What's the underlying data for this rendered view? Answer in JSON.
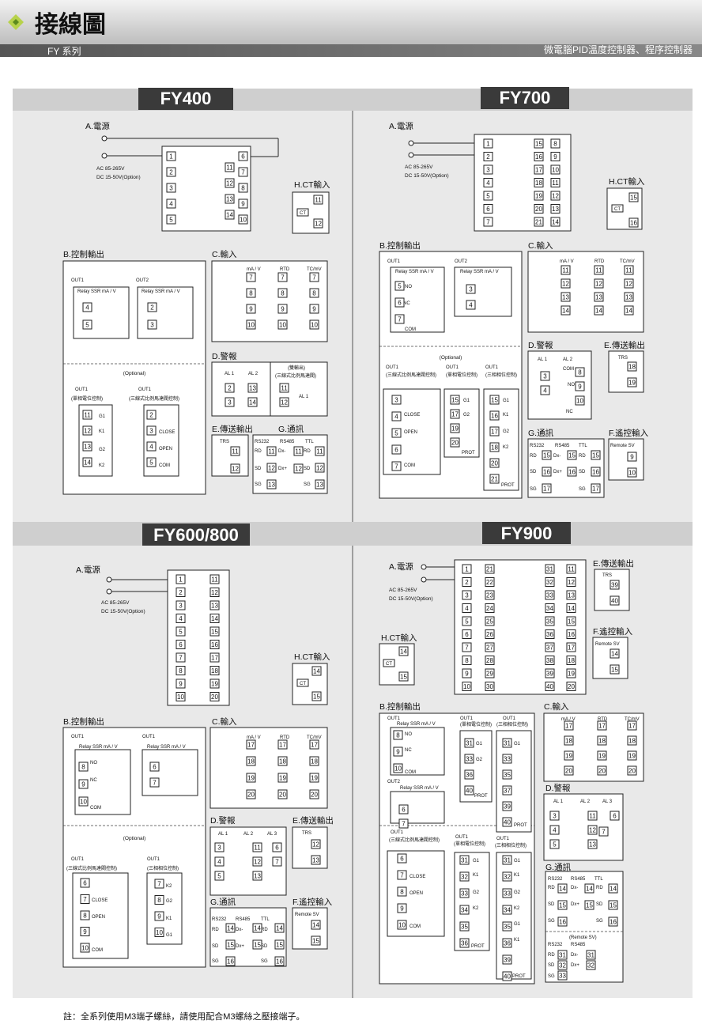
{
  "header": {
    "title": "接線圖",
    "series": "FY 系列",
    "subtitle": "微電腦PID溫度控制器、程序控制器"
  },
  "panels": {
    "fy400": {
      "title": "FY400",
      "power": {
        "label": "A.電源",
        "line1": "AC 85-265V",
        "line2": "DC 15-50V(Option)"
      },
      "ct": "H.CT輸入",
      "control": "B.控制輸出",
      "input": "C.輸入",
      "alarm": "D.警報",
      "retrans": "E.傳送輸出",
      "comm": "G.通訊",
      "optional": "(Optional)",
      "out1": "OUT1",
      "out2": "OUT2",
      "relay": "Relay SSR mA / V",
      "out1_single": "(單相電位控制)",
      "out1_three": "(三線式比例馬達閥控制)",
      "alarm_motor": "(雙輸出)",
      "alarm_motor2": "(三線式比例馬達閥)"
    },
    "fy700": {
      "title": "FY700",
      "power": {
        "label": "A.電源",
        "line1": "AC 85-265V",
        "line2": "DC 15-50V(Option)"
      },
      "ct": "H.CT輸入",
      "control": "B.控制輸出",
      "input": "C.輸入",
      "alarm": "D.警報",
      "retrans": "E.傳送輸出",
      "comm": "G.通訊",
      "remote": "F.遙控輸入",
      "optional": "(Optional)"
    },
    "fy600": {
      "title": "FY600/800",
      "power": {
        "label": "A.電源",
        "line1": "AC 85-265V",
        "line2": "DC 15-50V(Option)"
      },
      "ct": "H.CT輸入",
      "control": "B.控制輸出",
      "input": "C.輸入",
      "alarm": "D.警報",
      "retrans": "E.傳送輸出",
      "comm": "G.通訊",
      "remote": "F.遙控輸入",
      "optional": "(Optional)"
    },
    "fy900": {
      "title": "FY900",
      "power": {
        "label": "A.電源",
        "line1": "AC 85-265V",
        "line2": "DC 15-50V(Option)"
      },
      "ct": "H.CT輸入",
      "control": "B.控制輸出",
      "input": "C.輸入",
      "alarm": "D.警報",
      "retrans": "E.傳送輸出",
      "comm": "G.通訊",
      "remote": "F.遙控輸入"
    }
  },
  "common": {
    "out1": "OUT1",
    "out2": "OUT2",
    "relay": "Relay SSR mA / V",
    "no": "NO",
    "nc": "NC",
    "com": "COM",
    "close": "CLOSE",
    "open": "OPEN",
    "prot": "PROT",
    "trs": "TRS",
    "remote_sv": "Remote SV",
    "mav": "mA / V",
    "rtd": "RTD",
    "tcmv": "TC/mV",
    "al1": "AL 1",
    "al2": "AL 2",
    "al3": "AL 3",
    "rs232": "RS232",
    "rs485": "RS485",
    "ttl": "TTL",
    "rd": "RD",
    "sd": "SD",
    "sg": "SG",
    "dxm": "Dx-",
    "dxp": "Dx+",
    "ct": "CT",
    "g1": "G1",
    "g2": "G2",
    "k1": "K1",
    "k2": "K2",
    "single_phase": "(單相電位控制)",
    "three_phase": "(三相相位控制)",
    "three_wire": "(三線式比例馬達閥控制)",
    "remote_sv_paren": "(Remote SV)"
  },
  "footer": {
    "note": "註：全系列使用M3端子螺絲，請使用配合M3螺絲之壓接端子。"
  }
}
